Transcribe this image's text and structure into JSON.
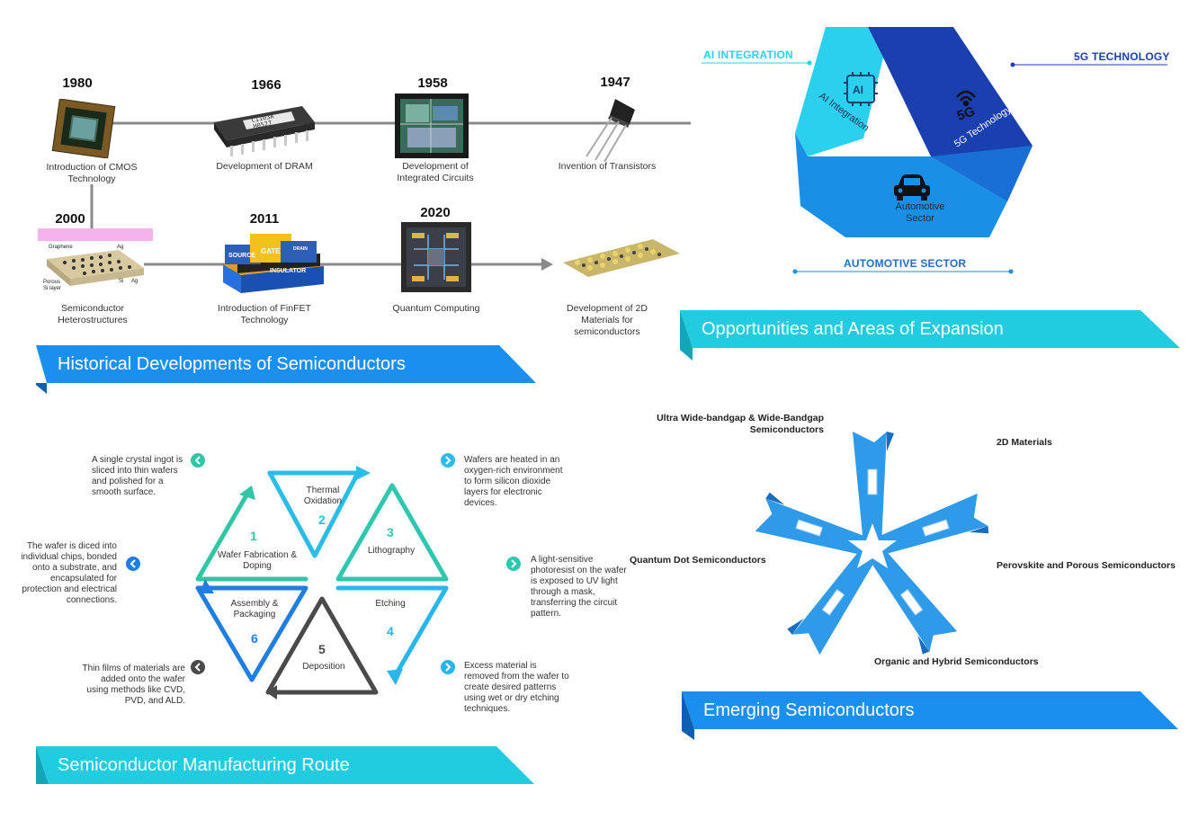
{
  "historical": {
    "banner": "Historical Developments of Semiconductors",
    "row1": [
      {
        "year": "1980",
        "caption": "Introduction of CMOS Technology"
      },
      {
        "year": "1966",
        "caption": "Development of DRAM"
      },
      {
        "year": "1958",
        "caption": "Development of Integrated Circuits"
      },
      {
        "year": "1947",
        "caption": "Invention of Transistors"
      }
    ],
    "row2": [
      {
        "year": "2000",
        "caption": "Semiconductor Heterostructures"
      },
      {
        "year": "2011",
        "caption": "Introduction of FinFET Technology"
      },
      {
        "year": "2020",
        "caption": "Quantum Computing"
      },
      {
        "year": "",
        "caption": "Development of 2D Materials for semiconductors"
      }
    ],
    "chip_marking": [
      "C1103A",
      "H0527"
    ],
    "hetero_labels": {
      "graphene": "Graphene",
      "ag1": "Ag",
      "porous": "Porous",
      "si_layer": "Si layer",
      "si": "Si",
      "ag2": "Ag"
    },
    "finfet_labels": {
      "source": "SOURCE",
      "gate": "GATE",
      "drain": "DRAIN",
      "insulator": "INSULATOR"
    }
  },
  "opportunities": {
    "banner": "Opportunities and Areas of Expansion",
    "ai_label": "AI INTEGRATION",
    "g5_label": "5G TECHNOLOGY",
    "auto_label": "AUTOMOTIVE SECTOR",
    "ai_inner": "AI Integration",
    "ai_chip": "AI",
    "g5_inner": "5G Technology",
    "g5_mark": "5G",
    "auto_inner": "Automotive Sector",
    "colors": {
      "light": "#2ad0ee",
      "mid": "#1a8fe6",
      "dark": "#1a3fae"
    }
  },
  "manufacturing": {
    "banner": "Semiconductor Manufacturing Route",
    "steps": [
      {
        "num": "1",
        "label": "Wafer Fabrication & Doping",
        "desc": "A single crystal ingot is sliced into thin wafers and polished for a smooth surface.",
        "color": "#33c6a6"
      },
      {
        "num": "2",
        "label": "Thermal Oxidation",
        "desc": "Wafers are heated in an oxygen-rich environment to form silicon dioxide layers for electronic devices.",
        "color": "#2bbde6"
      },
      {
        "num": "3",
        "label": "Lithography",
        "desc": "A light-sensitive photoresist on the wafer is exposed to UV light through a mask, transferring the circuit pattern.",
        "color": "#2fc7b0"
      },
      {
        "num": "4",
        "label": "Etching",
        "desc": "Excess material is removed from the wafer to create desired patterns using wet or dry etching techniques.",
        "color": "#29b6ee"
      },
      {
        "num": "5",
        "label": "Deposition",
        "desc": "Thin films of materials are added onto the wafer using methods like CVD, PVD, and ALD.",
        "color": "#4a4a4a"
      },
      {
        "num": "6",
        "label": "Assembly & Packaging",
        "desc": "The wafer is diced into individual chips, bonded onto a substrate, and encapsulated for protection and electrical connections.",
        "color": "#1f7ee0"
      }
    ]
  },
  "emerging": {
    "banner": "Emerging Semiconductors",
    "items": [
      "Ultra Wide-bandgap & Wide-Bandgap Semiconductors",
      "2D Materials",
      "Perovskite and Porous Semiconductors",
      "Organic and Hybrid Semiconductors",
      "Quantum Dot Semiconductors"
    ]
  }
}
